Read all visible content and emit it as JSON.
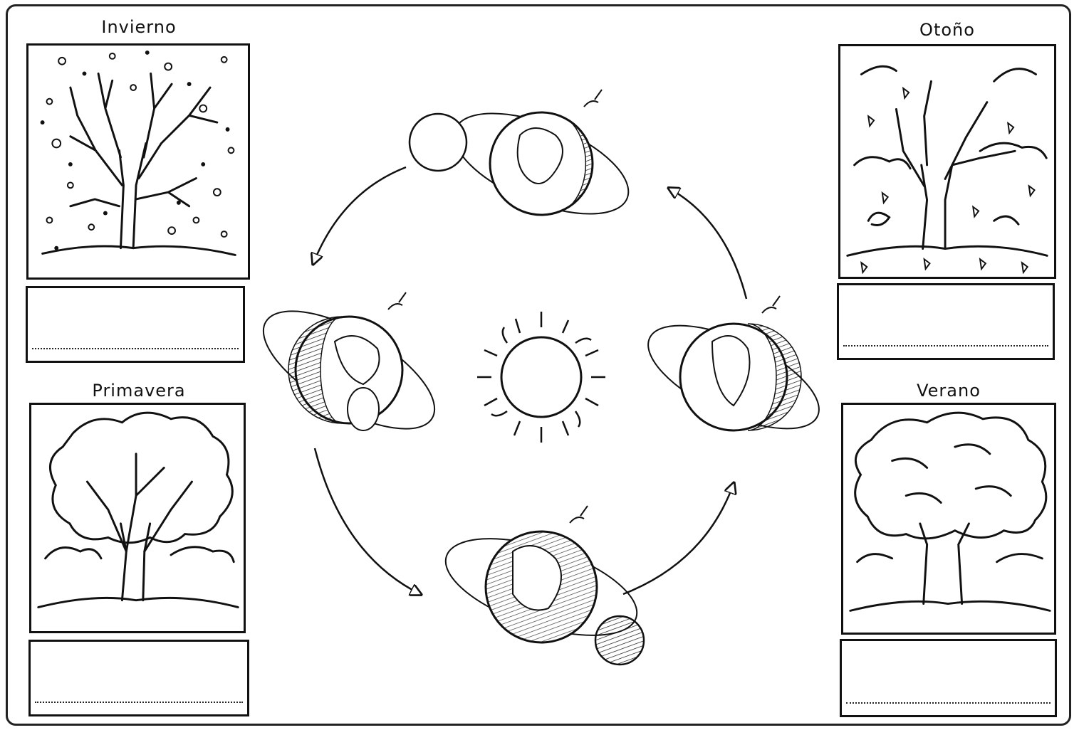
{
  "seasons": {
    "winter": {
      "title": "Invierno",
      "answer": ""
    },
    "autumn": {
      "title": "Otoño",
      "answer": ""
    },
    "spring": {
      "title": "Primavera",
      "answer": ""
    },
    "summer": {
      "title": "Verano",
      "answer": ""
    }
  },
  "colors": {
    "ink": "#111111",
    "paper": "#ffffff"
  }
}
